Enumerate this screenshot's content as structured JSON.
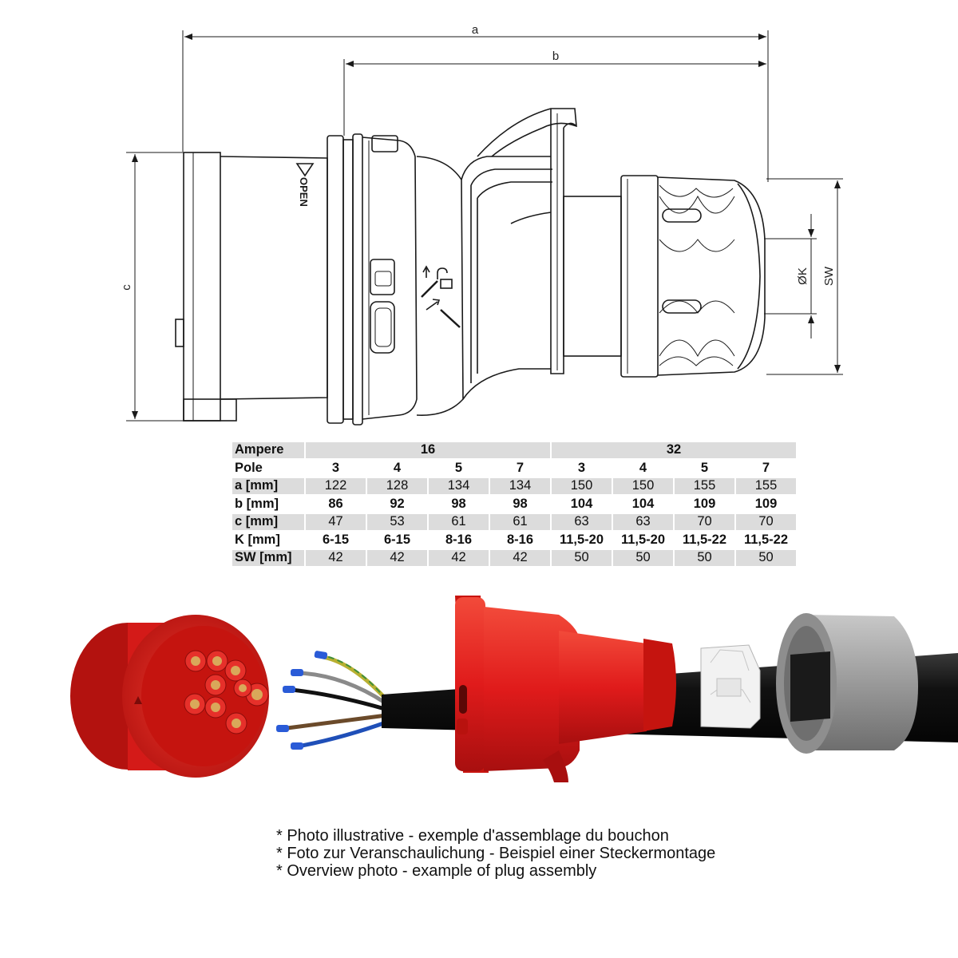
{
  "dimensions": {
    "a": "a",
    "b": "b",
    "c": "c",
    "k": "ØK",
    "sw": "SW"
  },
  "drawing": {
    "open_mark": "OPEN"
  },
  "table": {
    "ampere_label": "Ampere",
    "ampere_groups": [
      "16",
      "32"
    ],
    "rows": [
      {
        "label": "Pole",
        "values": [
          "3",
          "4",
          "5",
          "7",
          "3",
          "4",
          "5",
          "7"
        ],
        "bold": true,
        "shade": false
      },
      {
        "label": "a [mm]",
        "values": [
          "122",
          "128",
          "134",
          "134",
          "150",
          "150",
          "155",
          "155"
        ],
        "bold": false,
        "shade": true
      },
      {
        "label": "b [mm]",
        "values": [
          "86",
          "92",
          "98",
          "98",
          "104",
          "104",
          "109",
          "109"
        ],
        "bold": true,
        "shade": false
      },
      {
        "label": "c [mm]",
        "values": [
          "47",
          "53",
          "61",
          "61",
          "63",
          "63",
          "70",
          "70"
        ],
        "bold": false,
        "shade": true
      },
      {
        "label": "K [mm]",
        "values": [
          "6-15",
          "6-15",
          "8-16",
          "8-16",
          "11,5-20",
          "11,5-20",
          "11,5-22",
          "11,5-22"
        ],
        "bold": true,
        "shade": false
      },
      {
        "label": "SW [mm]",
        "values": [
          "42",
          "42",
          "42",
          "42",
          "50",
          "50",
          "50",
          "50"
        ],
        "bold": false,
        "shade": true
      }
    ]
  },
  "notes": [
    "* Photo illustrative - exemple d'assemblage du bouchon",
    "* Foto zur Veranschaulichung - Beispiel einer Steckermontage",
    "* Overview photo - example of plug assembly"
  ],
  "colors": {
    "plug_red": "#e01b1b",
    "plug_dark_red": "#a80f0f",
    "gland_grey": "#9a9a9a",
    "cable_black": "#111111",
    "wire_brown": "#6b4a2a",
    "wire_grey": "#8a8a8a",
    "wire_yellow_green": "#b8b032",
    "ferrule_blue": "#2a5bd7",
    "table_shade": "#dcdcdc"
  }
}
